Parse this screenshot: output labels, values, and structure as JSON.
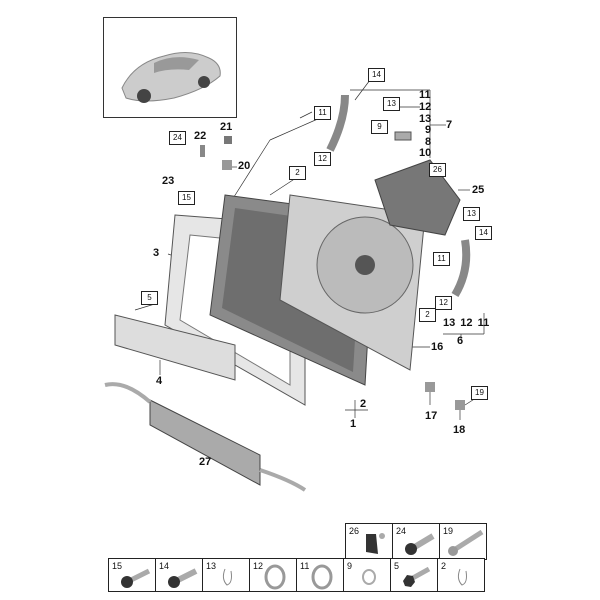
{
  "diagram": {
    "title_thumbnail": "vehicle-thumbnail",
    "callouts_boxed": [
      {
        "id": "b14a",
        "text": "14"
      },
      {
        "id": "b11a",
        "text": "11"
      },
      {
        "id": "b13a",
        "text": "13"
      },
      {
        "id": "b9",
        "text": "9"
      },
      {
        "id": "b24",
        "text": "24"
      },
      {
        "id": "b15",
        "text": "15"
      },
      {
        "id": "b2a",
        "text": "2"
      },
      {
        "id": "b12a",
        "text": "12"
      },
      {
        "id": "b26",
        "text": "26"
      },
      {
        "id": "b13b",
        "text": "13"
      },
      {
        "id": "b14b",
        "text": "14"
      },
      {
        "id": "b11b",
        "text": "11"
      },
      {
        "id": "b2b",
        "text": "2"
      },
      {
        "id": "b12b",
        "text": "12"
      },
      {
        "id": "b5",
        "text": "5"
      },
      {
        "id": "b19",
        "text": "19"
      }
    ],
    "callouts_plain": [
      {
        "id": "l11",
        "text": "11"
      },
      {
        "id": "l12",
        "text": "12"
      },
      {
        "id": "l13",
        "text": "13"
      },
      {
        "id": "l9",
        "text": "9"
      },
      {
        "id": "l8",
        "text": "8"
      },
      {
        "id": "l10",
        "text": "10"
      },
      {
        "id": "l7",
        "text": "7"
      },
      {
        "id": "l22",
        "text": "22"
      },
      {
        "id": "l21",
        "text": "21"
      },
      {
        "id": "l20",
        "text": "20"
      },
      {
        "id": "l23",
        "text": "23"
      },
      {
        "id": "l25",
        "text": "25"
      },
      {
        "id": "l3",
        "text": "3"
      },
      {
        "id": "l6list",
        "text": "13 12 11"
      },
      {
        "id": "l6",
        "text": "6"
      },
      {
        "id": "l16",
        "text": "16"
      },
      {
        "id": "l4",
        "text": "4"
      },
      {
        "id": "l2",
        "text": "2"
      },
      {
        "id": "l1",
        "text": "1"
      },
      {
        "id": "l17",
        "text": "17"
      },
      {
        "id": "l18",
        "text": "18"
      },
      {
        "id": "l27",
        "text": "27"
      }
    ]
  },
  "parts_table": {
    "top_row": [
      {
        "number": "26",
        "icon": "clip-nut"
      },
      {
        "number": "24",
        "icon": "torx-bolt"
      },
      {
        "number": "19",
        "icon": "long-bolt"
      }
    ],
    "bottom_row": [
      {
        "number": "15",
        "icon": "torx-bolt"
      },
      {
        "number": "14",
        "icon": "torx-bolt"
      },
      {
        "number": "13",
        "icon": "spring-clip"
      },
      {
        "number": "12",
        "icon": "o-ring-large"
      },
      {
        "number": "11",
        "icon": "o-ring-large"
      },
      {
        "number": "9",
        "icon": "o-ring-small"
      },
      {
        "number": "5",
        "icon": "hex-bolt"
      },
      {
        "number": "2",
        "icon": "spring-clip"
      }
    ]
  }
}
